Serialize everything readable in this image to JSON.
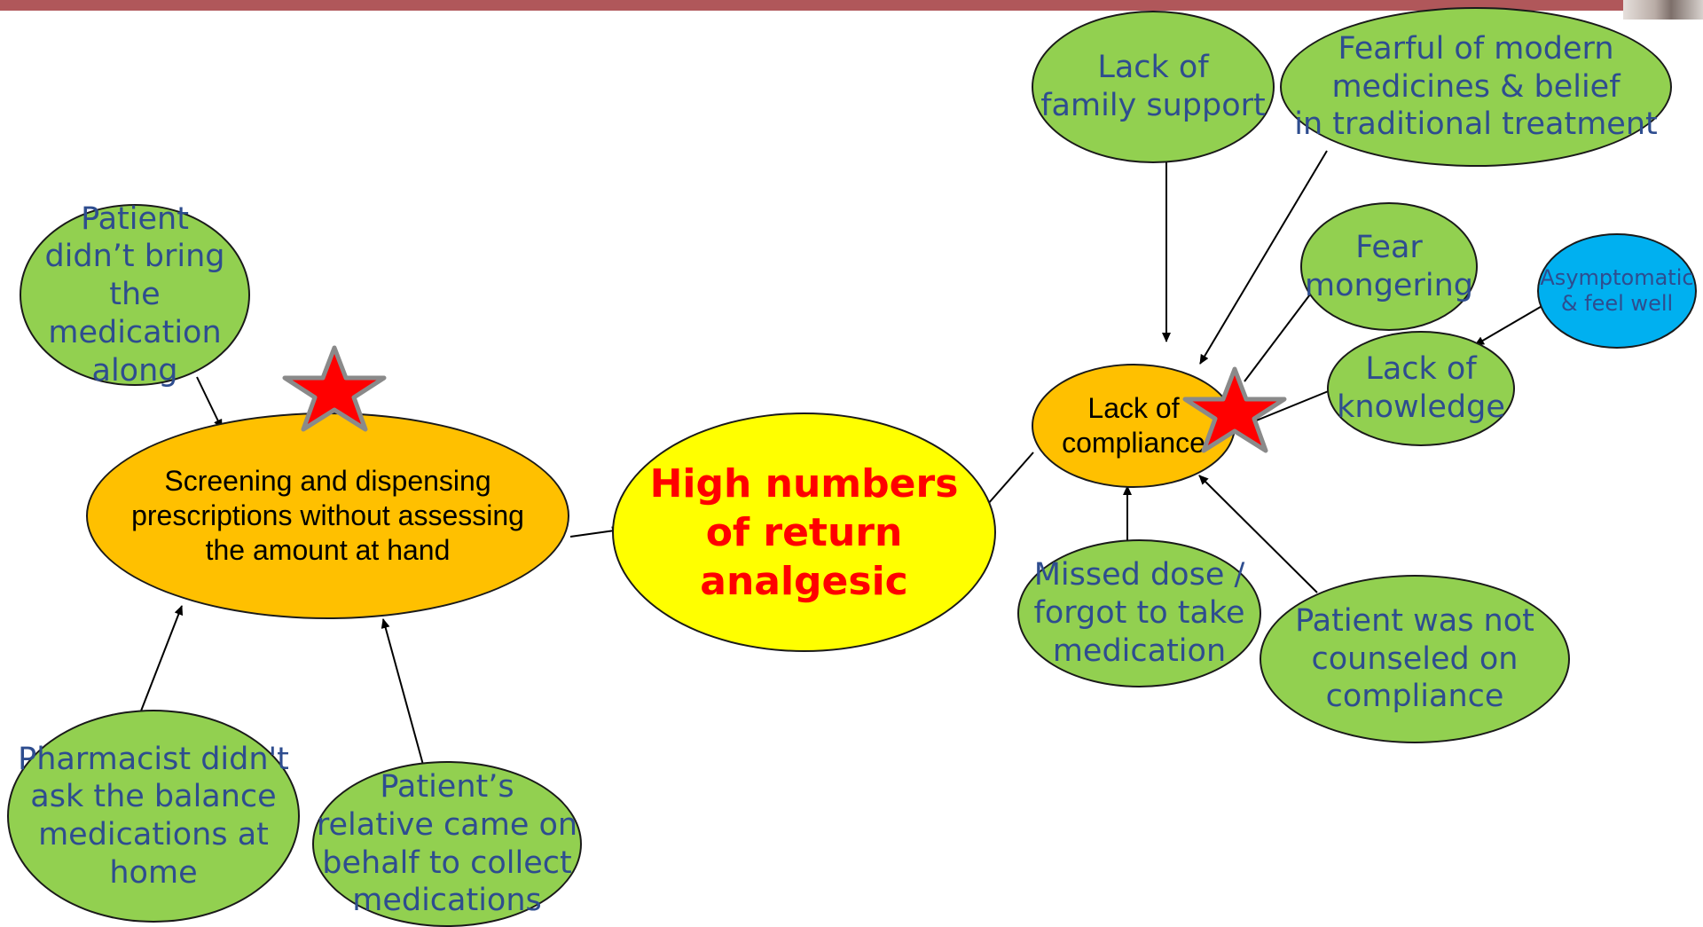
{
  "diagram": {
    "center": {
      "label": "High numbers\nof return\nanalgesic"
    },
    "left_cause": {
      "label": "Screening and dispensing\nprescriptions without assessing\nthe amount at hand"
    },
    "right_cause": {
      "label": "Lack of\ncompliance"
    },
    "factors": {
      "patient_no_bring": "Patient\ndidn’t bring\nthe medication\nalong",
      "pharmacist_no_ask": "Pharmacist didn't\nask the balance\nmedications at\nhome",
      "relative_collect": "Patient’s\nrelative came on\nbehalf to collect\nmedications",
      "family_support": "Lack of\nfamily support",
      "fearful_modern": "Fearful of modern\nmedicines & belief\nin traditional treatment",
      "fear_mongering": "Fear\nmongering",
      "asymptomatic": "Asymptomatic\n& feel well",
      "lack_knowledge": "Lack of\nknowledge",
      "missed_dose": "Missed dose /\nforgot to take\nmedication",
      "not_counseled": "Patient was not\ncounseled on\ncompliance"
    }
  },
  "colors": {
    "factor": "#92d050",
    "cause": "#ffc000",
    "outcome": "#ffff00",
    "outcome_text": "#ff0000",
    "sub_factor": "#00b0f0",
    "star": "#ff0000",
    "header_bar": "#b0575a"
  },
  "icons": {
    "priority_marker": "star-icon"
  }
}
